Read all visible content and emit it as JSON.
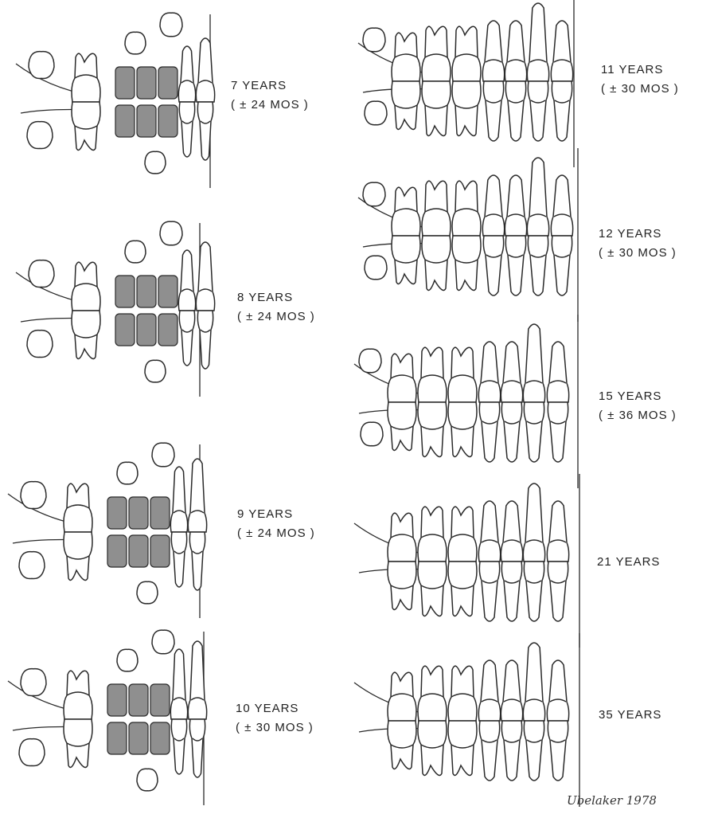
{
  "stages": [
    {
      "age": "7 YEARS",
      "range": "( ± 24 MOS )",
      "column": "left",
      "deciduous_teeth": true
    },
    {
      "age": "8 YEARS",
      "range": "( ± 24 MOS )",
      "column": "left",
      "deciduous_teeth": true
    },
    {
      "age": "9 YEARS",
      "range": "( ± 24 MOS )",
      "column": "left",
      "deciduous_teeth": true
    },
    {
      "age": "10 YEARS",
      "range": "( ± 30 MOS )",
      "column": "left",
      "deciduous_teeth": true
    },
    {
      "age": "11 YEARS",
      "range": "( ± 30 MOS )",
      "column": "right",
      "deciduous_teeth": false
    },
    {
      "age": "12 YEARS",
      "range": "( ± 30 MOS )",
      "column": "right",
      "deciduous_teeth": false
    },
    {
      "age": "15 YEARS",
      "range": "( ± 36 MOS )",
      "column": "right",
      "deciduous_teeth": false
    },
    {
      "age": "21 YEARS",
      "range": "",
      "column": "right",
      "deciduous_teeth": false
    },
    {
      "age": "35 YEARS",
      "range": "",
      "column": "right",
      "deciduous_teeth": false
    }
  ],
  "credit": "Ubelaker 1978",
  "colors": {
    "line": "#2a2a2a",
    "deciduous_fill": "#8f8f8f",
    "background": "#ffffff"
  }
}
